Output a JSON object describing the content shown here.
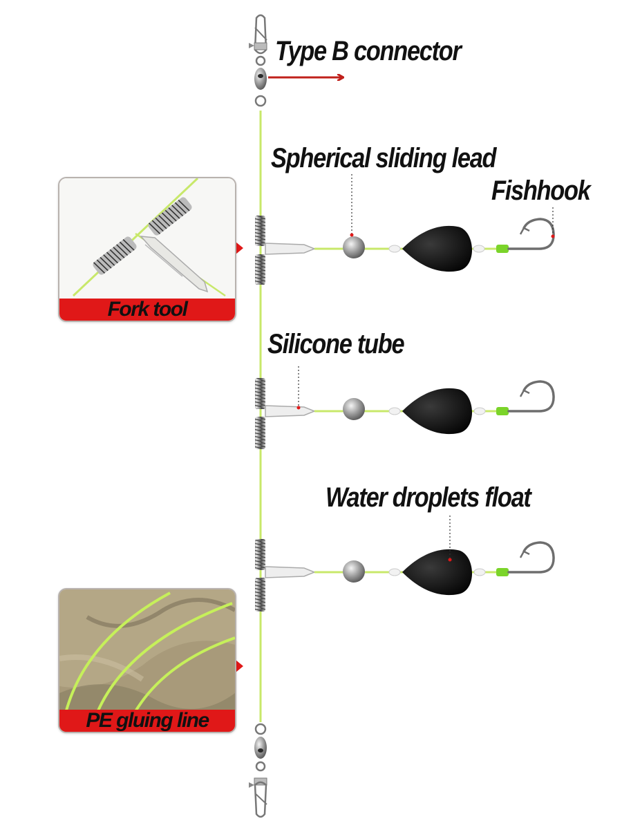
{
  "labels": {
    "connector": "Type B connector",
    "lead": "Spherical sliding lead",
    "hook": "Fishhook",
    "tube": "Silicone tube",
    "float": "Water droplets float"
  },
  "insets": {
    "fork": "Fork tool",
    "line": "PE gluing line"
  },
  "colors": {
    "line": "#c8e86a",
    "accent_red": "#e01818",
    "arrow_red": "#c0201b",
    "float_black": "#121212",
    "hook_grey": "#6e6e6e",
    "label_text": "#111111"
  }
}
